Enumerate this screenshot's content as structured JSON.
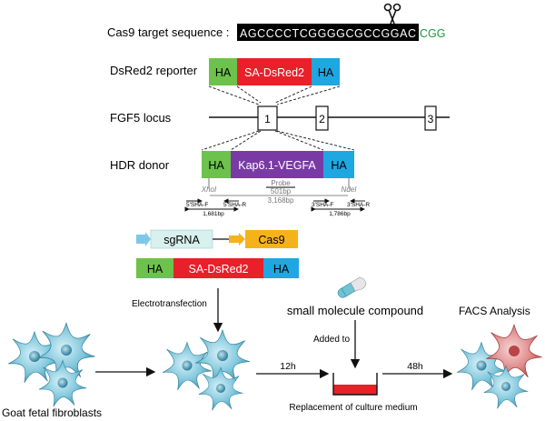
{
  "cas9": {
    "label": "Cas9 target sequence :",
    "sequence": "AGCCCCTCGGGGCGCCGGAC",
    "pam": "CGG",
    "pam_color": "#1a9a3a"
  },
  "reporter": {
    "label": "DsRed2 reporter",
    "left_arm": "HA",
    "cassette": "SA-DsRed2",
    "right_arm": "HA"
  },
  "locus": {
    "label": "FGF5 locus",
    "exons": [
      "1",
      "2",
      "3"
    ]
  },
  "donor": {
    "label": "HDR donor",
    "left_arm": "HA",
    "cassette": "Kap6.1-VEGFA",
    "right_arm": "HA",
    "site_left": "XhoI",
    "site_right": "NdeI",
    "probe": "Probe",
    "probe_len": "501bp",
    "fragment_len": "3,168bp",
    "primers_left": [
      "5'SHA-F",
      "5'SHA-R"
    ],
    "len_left": "1,681bp",
    "primers_right": [
      "3'SHA-F",
      "3'SHA-R"
    ],
    "len_right": "1,786bp"
  },
  "plasmids": {
    "sgrna": "sgRNA",
    "cas9": "Cas9",
    "left_arm": "HA",
    "cassette": "SA-DsRed2",
    "right_arm": "HA"
  },
  "workflow": {
    "electro": "Electrotransfection",
    "compound": "small molecule compound",
    "added_to": "Added to",
    "facs": "FACS Analysis",
    "time1": "12h",
    "time2": "48h",
    "medium": "Replacement of culture medium",
    "cells": "Goat fetal fibroblasts"
  },
  "colors": {
    "ha_green": "#6cc24a",
    "dsred": "#e8202a",
    "ha_blue": "#1ea7e1",
    "kap": "#7a3aa6",
    "sgrna": "#d8f0ee",
    "cas9_box": "#f5b21b",
    "cell_blue": "#5fb8cf",
    "cell_red": "#d76a6a"
  }
}
